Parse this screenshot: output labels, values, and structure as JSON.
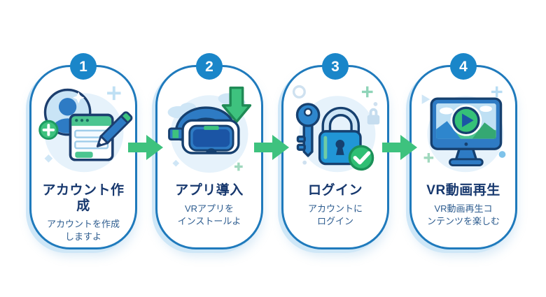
{
  "diagram": {
    "background": "#ffffff",
    "colors": {
      "card_border": "#1f7abc",
      "card_shadow": "#cfe7f7",
      "badge_bg": "#1a86c9",
      "badge_text": "#ffffff",
      "arrow_green": "#3ec27e",
      "title_text": "#17386e",
      "description_text": "#2d5c8f",
      "icon_blue": "#2e7bc4",
      "icon_navy_outline": "#16406f",
      "icon_green": "#4cc590",
      "icon_light_circle": "#e6f2fb"
    },
    "steps": [
      {
        "number": "1",
        "title": "アカウント作成",
        "description": "アカウントを作成\nしますよ",
        "icon": "account-create-icon"
      },
      {
        "number": "2",
        "title": "アプリ導入",
        "description": "VRアプリを\nインストールよ",
        "icon": "vr-headset-install-icon"
      },
      {
        "number": "3",
        "title": "ログイン",
        "description": "アカウントに\nログイン",
        "icon": "login-lock-key-icon"
      },
      {
        "number": "4",
        "title": "VR動画再生",
        "description": "VR動画再生コ\nンテンツを楽しむ",
        "icon": "vr-video-playback-icon"
      }
    ]
  }
}
